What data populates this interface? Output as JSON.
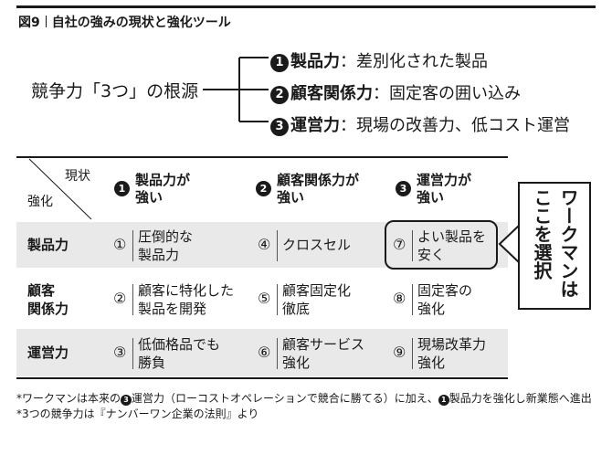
{
  "figure": {
    "number": "図9",
    "title": "自社の強みの現状と強化ツール"
  },
  "tree": {
    "root": "競争力「3つ」の根源",
    "branches": [
      {
        "num": "1",
        "name": "製品力",
        "desc": "：差別化された製品"
      },
      {
        "num": "2",
        "name": "顧客関係力",
        "desc": "：固定客の囲い込み"
      },
      {
        "num": "3",
        "name": "運営力",
        "desc": "：現場の改善力、低コスト運営"
      }
    ]
  },
  "table": {
    "corner_top": "現状",
    "corner_bottom": "強化",
    "columns": [
      {
        "num": "1",
        "line1": "製品力が",
        "line2": "強い"
      },
      {
        "num": "2",
        "line1": "顧客関係力が",
        "line2": "強い"
      },
      {
        "num": "3",
        "line1": "運営力が",
        "line2": "強い"
      }
    ],
    "rows": [
      {
        "label1": "製品力",
        "label2": "",
        "cells": [
          {
            "num": "①",
            "line1": "圧倒的な",
            "line2": "製品力"
          },
          {
            "num": "④",
            "line1": "クロスセル",
            "line2": ""
          },
          {
            "num": "⑦",
            "line1": "よい製品を",
            "line2": "安く"
          }
        ]
      },
      {
        "label1": "顧客",
        "label2": "関係力",
        "cells": [
          {
            "num": "②",
            "line1": "顧客に特化した",
            "line2": "製品を開発"
          },
          {
            "num": "⑤",
            "line1": "顧客固定化",
            "line2": "徹底"
          },
          {
            "num": "⑧",
            "line1": "固定客の",
            "line2": "強化"
          }
        ]
      },
      {
        "label1": "運営力",
        "label2": "",
        "cells": [
          {
            "num": "③",
            "line1": "低価格品でも",
            "line2": "勝負"
          },
          {
            "num": "⑥",
            "line1": "顧客サービス",
            "line2": "強化"
          },
          {
            "num": "⑨",
            "line1": "現場改革力",
            "line2": "強化"
          }
        ]
      }
    ]
  },
  "callout": {
    "line1": "ワークマンは",
    "line2": "ここを選択"
  },
  "notes": {
    "note1_a": "*ワークマンは本来の",
    "note1_num_a": "3",
    "note1_b": "運営力（ローコストオペレーションで競合に勝てる）に加え、",
    "note1_num_b": "1",
    "note1_c": "製品力を強化し新業態へ進出",
    "note2": "*3つの競争力は『ナンバーワン企業の法則』より"
  }
}
